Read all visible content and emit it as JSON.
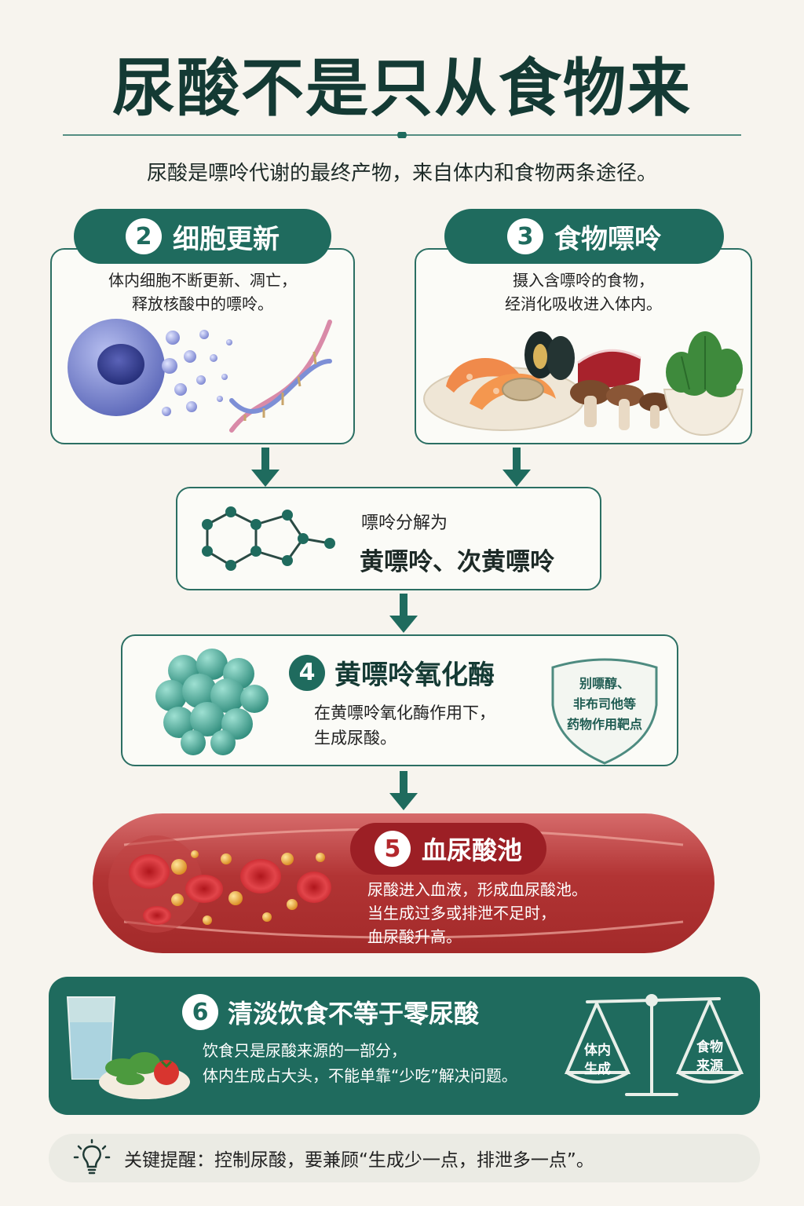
{
  "title": "尿酸不是只从食物来",
  "subtitle": "尿酸是嘌呤代谢的最终产物，来自体内和食物两条途径。",
  "cell_renewal": {
    "number": "2",
    "label": "细胞更新",
    "text_line1": "体内细胞不断更新、凋亡，",
    "text_line2": "释放核酸中的嘌呤。"
  },
  "food_purine": {
    "number": "3",
    "label": "食物嘌呤",
    "text_line1": "摄入含嘌呤的食物，",
    "text_line2": "经消化吸收进入体内。"
  },
  "purine_breakdown": {
    "lead": "嘌呤分解为",
    "result": "黄嘌呤、次黄嘌呤"
  },
  "enzyme": {
    "number": "4",
    "label": "黄嘌呤氧化酶",
    "text_line1": "在黄嘌呤氧化酶作用下，",
    "text_line2": "生成尿酸。",
    "shield_line1": "别嘌醇、",
    "shield_line2": "非布司他等",
    "shield_line3": "药物作用靶点"
  },
  "blood_pool": {
    "number": "5",
    "label": "血尿酸池",
    "text_line1": "尿酸进入血液，形成血尿酸池。",
    "text_line2": "当生成过多或排泄不足时，",
    "text_line3": "血尿酸升高。"
  },
  "diet_tip": {
    "number": "6",
    "label": "清淡饮食不等于零尿酸",
    "text_line1": "饮食只是尿酸来源的一部分，",
    "text_line2": "体内生成占大头，不能单靠“少吃”解决问题。",
    "scale_left_line1": "体内",
    "scale_left_line2": "生成",
    "scale_right_line1": "食物",
    "scale_right_line2": "来源"
  },
  "reminder": "关键提醒：控制尿酸，要兼顾“生成少一点，排泄多一点”。",
  "colors": {
    "primary_green": "#1f6b5e",
    "title_green": "#143a34",
    "blood_red": "#b23434",
    "background": "#f7f4ee"
  }
}
